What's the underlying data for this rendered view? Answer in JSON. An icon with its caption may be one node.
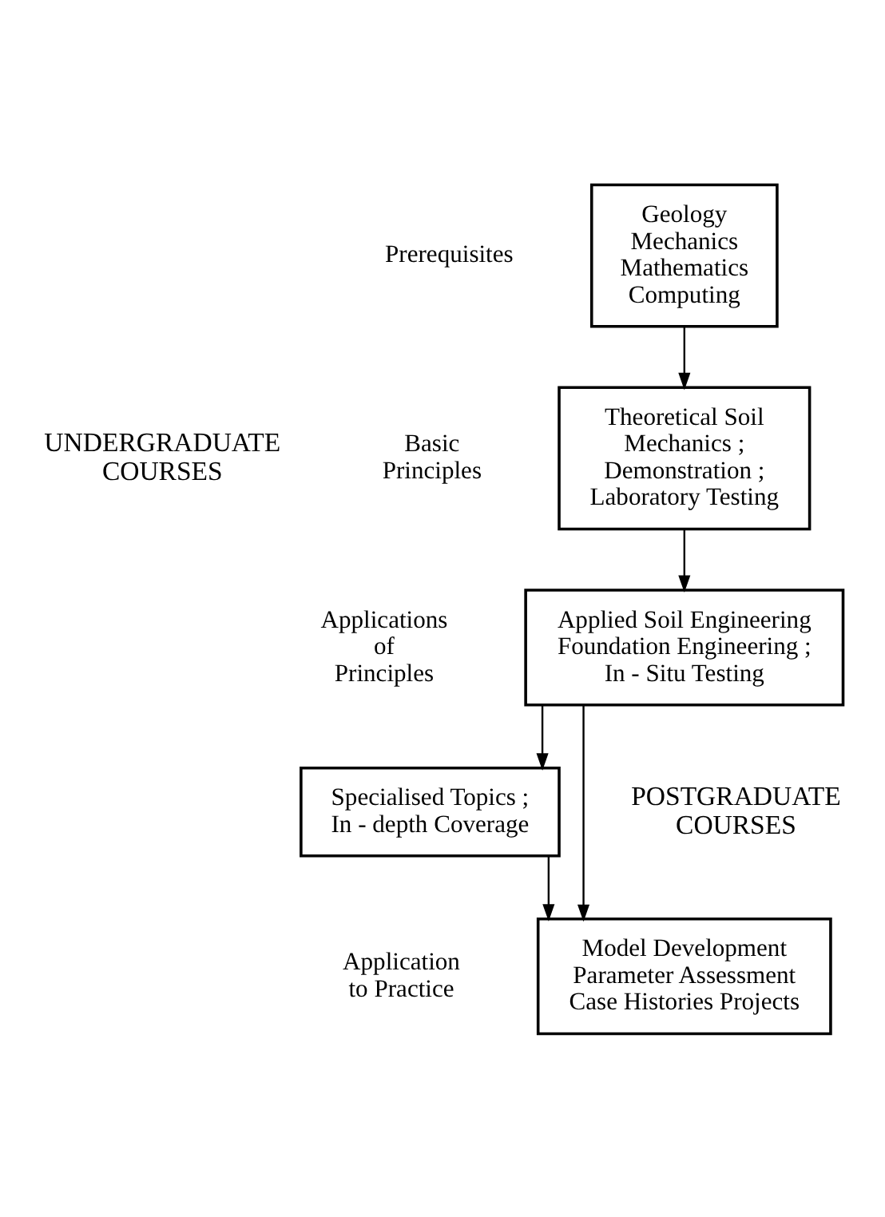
{
  "diagram": {
    "nodes": [
      {
        "text": [
          "Geology Mechanics Mathematics Computing"
        ],
        "beside": [
          "Prerequisites"
        ]
      },
      {
        "text": [
          "Theoretical Soil Mechanics ; Demonstration ; Laboratory Testing"
        ],
        "beside": [
          "Basic Principles"
        ]
      },
      {
        "text": [
          "Applied Soil Engineering Foundation Engineering ; In - Situ Testing"
        ],
        "beside": [
          "Applications of Principles"
        ]
      },
      {
        "text": [
          "Specialised Topics ; In - depth Coverage"
        ]
      },
      {
        "text": [
          "Model Development Parameter Assessment Case Histories Projects"
        ],
        "beside": [
          "Application to Practice"
        ]
      }
    ],
    "edges": [
      {
        "from": 0,
        "to": 1,
        "arrow": "to"
      },
      {
        "from": 1,
        "to": 2,
        "arrow": "to"
      },
      {
        "from": 2,
        "to": 4,
        "arrow": "to"
      },
      {
        "from": 2,
        "to": 3,
        "arrow": "to"
      },
      {
        "from": 3,
        "to": 4,
        "arrow": "to"
      }
    ],
    "labels": [
      "UNDERGRADUATE COURSES",
      "POSTGRADUATE COURSES"
    ]
  }
}
